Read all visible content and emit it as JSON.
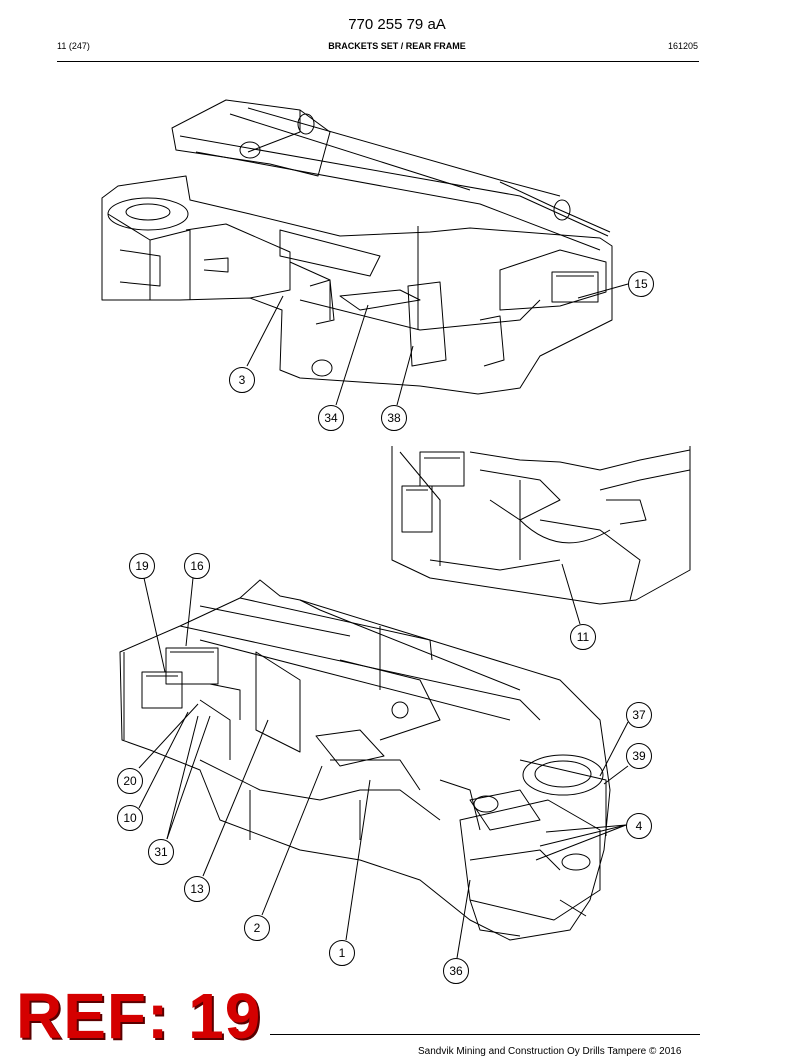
{
  "header": {
    "document_number": "770 255 79 aA",
    "page": "11 (247)",
    "title": "BRACKETS SET / REAR FRAME",
    "date_code": "161205"
  },
  "callouts": {
    "c15": "15",
    "c3": "3",
    "c34": "34",
    "c38": "38",
    "c11": "11",
    "c19": "19",
    "c16": "16",
    "c37": "37",
    "c39": "39",
    "c20": "20",
    "c4": "4",
    "c10": "10",
    "c31": "31",
    "c13": "13",
    "c2": "2",
    "c1": "1",
    "c36": "36"
  },
  "stamp": {
    "text": "REF: 19"
  },
  "footer": {
    "text": "Sandvik Mining and Construction Oy Drills Tampere © 2016"
  }
}
